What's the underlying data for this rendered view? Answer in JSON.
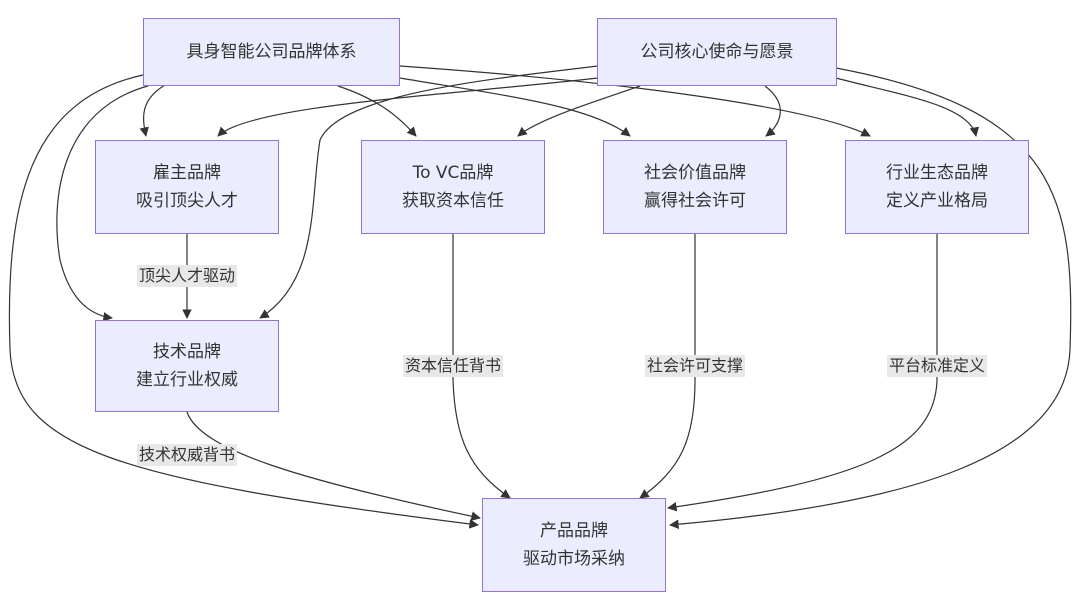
{
  "nodes": {
    "system": {
      "line1": "具身智能公司品牌体系"
    },
    "mission": {
      "line1": "公司核心使命与愿景"
    },
    "employer": {
      "line1": "雇主品牌",
      "line2": "吸引顶尖人才"
    },
    "tovc": {
      "line1": "To VC品牌",
      "line2": "获取资本信任"
    },
    "social": {
      "line1": "社会价值品牌",
      "line2": "赢得社会许可"
    },
    "industry": {
      "line1": "行业生态品牌",
      "line2": "定义产业格局"
    },
    "tech": {
      "line1": "技术品牌",
      "line2": "建立行业权威"
    },
    "product": {
      "line1": "产品品牌",
      "line2": "驱动市场采纳"
    }
  },
  "edge_labels": {
    "employer_tech": "顶尖人才驱动",
    "tovc_product": "资本信任背书",
    "social_product": "社会许可支撑",
    "industry_product": "平台标准定义",
    "tech_product": "技术权威背书"
  },
  "colors": {
    "node_fill": "#ececff",
    "node_border": "#9370db",
    "edge": "#333333",
    "label_bg": "#e8e8e8"
  }
}
